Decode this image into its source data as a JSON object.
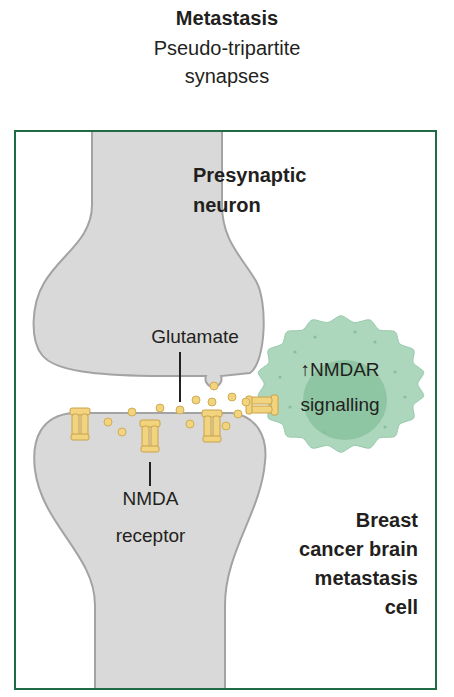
{
  "diagram": {
    "title": "Metastasis",
    "nodes": [
      {
        "text": [
          "Pseudo-tripartite synapses"
        ]
      },
      {
        "text": [
          "Presynaptic neuron"
        ],
        "in": 0
      },
      {
        "text": [
          "↑NMDAR signalling",
          "Breast cancer brain metastasis cell"
        ],
        "in": 0
      }
    ],
    "labels": [
      "Glutamate",
      "NMDA receptor"
    ]
  }
}
